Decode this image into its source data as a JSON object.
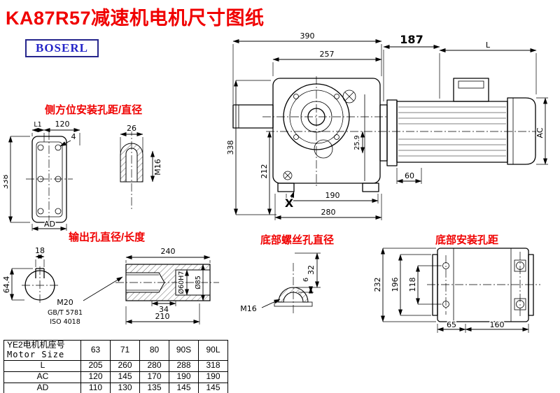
{
  "title": "KA87R57减速机电机尺寸图纸",
  "logo": "BOSERL",
  "views": {
    "side": {
      "label": "侧方位安装孔距/直径",
      "dims": {
        "l1": "L1",
        "w120": "120",
        "hole4": "4",
        "h338": "338",
        "ad": "AD",
        "slot26": "26",
        "m16": "M16"
      }
    },
    "main": {
      "dims": {
        "d390": "390",
        "d257": "257",
        "d187": "187",
        "dL": "L",
        "d338": "338",
        "d212": "212",
        "d259": "25.9",
        "d60": "60",
        "d190": "190",
        "d280": "280",
        "ac": "AC",
        "x": "X"
      }
    },
    "output": {
      "label": "输出孔直径/长度",
      "dims": {
        "d18": "18",
        "d644": "64.4",
        "d240": "240",
        "m20": "M20",
        "std1": "GB/T 5781",
        "std2": "ISO 4018",
        "d34": "34",
        "d210": "210",
        "dia60": "Ø60H7",
        "dia85": "Ø85"
      }
    },
    "screw": {
      "label": "底部螺丝孔直径",
      "dims": {
        "d32": "32",
        "d6": "6",
        "m16": "M16"
      }
    },
    "mount": {
      "label": "底部安装孔距",
      "dims": {
        "d232": "232",
        "d196": "196",
        "d118": "118",
        "d65": "65",
        "d160": "160"
      }
    }
  },
  "table": {
    "header": {
      "cn": "YE2电机机座号",
      "en": "Motor Size",
      "cols": [
        "63",
        "71",
        "80",
        "90S",
        "90L"
      ]
    },
    "rows": [
      {
        "name": "L",
        "values": [
          "205",
          "260",
          "280",
          "288",
          "318"
        ]
      },
      {
        "name": "AC",
        "values": [
          "120",
          "145",
          "170",
          "190",
          "190"
        ]
      },
      {
        "name": "AD",
        "values": [
          "110",
          "130",
          "135",
          "145",
          "145"
        ]
      }
    ]
  }
}
